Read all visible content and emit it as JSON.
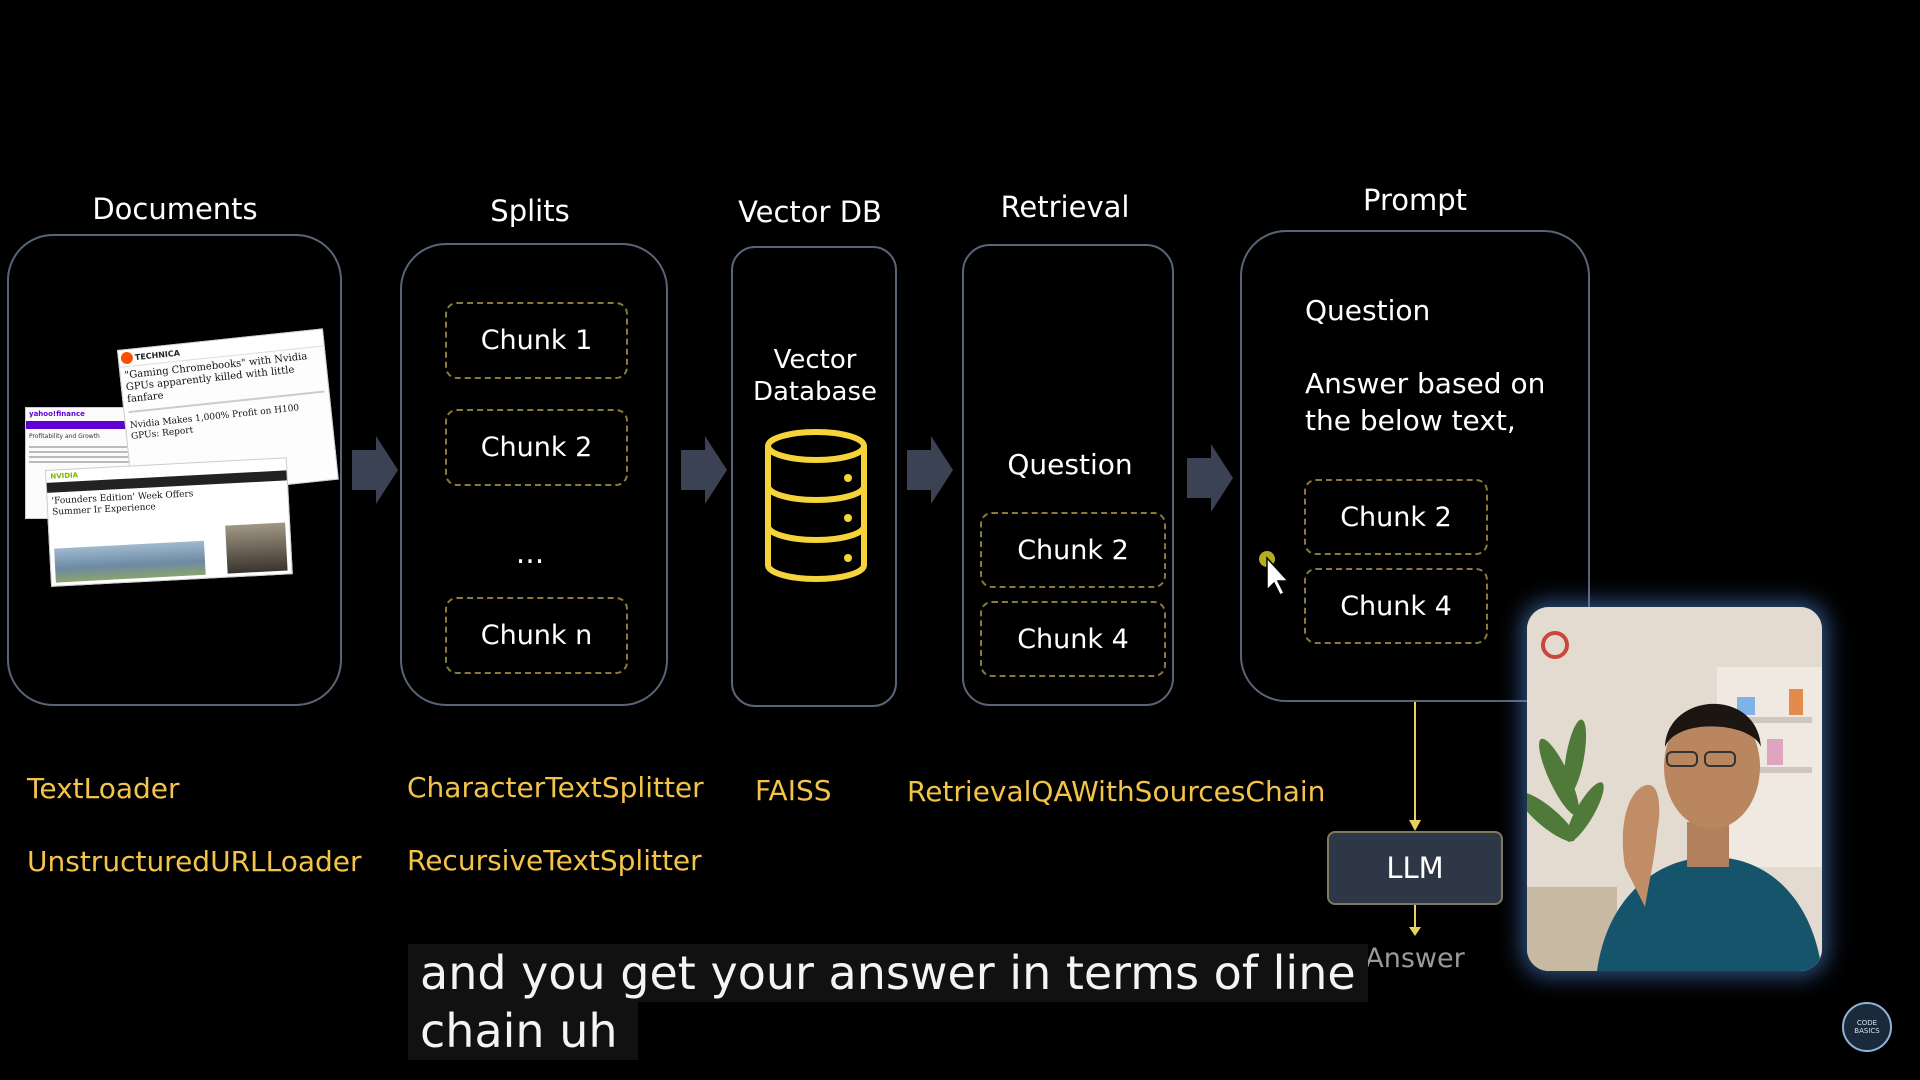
{
  "stages": {
    "documents": "Documents",
    "splits": "Splits",
    "vectordb": "Vector DB",
    "retrieval": "Retrieval",
    "prompt": "Prompt"
  },
  "splits": {
    "chunk1": "Chunk 1",
    "chunk2": "Chunk 2",
    "ellipsis": "...",
    "chunkn": "Chunk n"
  },
  "vectordb": {
    "label_line1": "Vector",
    "label_line2": "Database"
  },
  "retrieval": {
    "question": "Question",
    "chunk_a": "Chunk 2",
    "chunk_b": "Chunk 4"
  },
  "prompt": {
    "question": "Question",
    "instruction_line1": "Answer based on",
    "instruction_line2": "the below text,",
    "chunk_a": "Chunk 2",
    "chunk_b": "Chunk 4"
  },
  "libraries": {
    "loader1": "TextLoader",
    "loader2": "UnstructuredURLLoader",
    "splitter1": "CharacterTextSplitter",
    "splitter2": "RecursiveTextSplitter",
    "vectorstore": "FAISS",
    "chain": "RetrievalQAWithSourcesChain"
  },
  "llm": {
    "label": "LLM",
    "answer": "Answer"
  },
  "caption": {
    "line1": "and you get your answer in terms of line",
    "line2": "chain uh"
  },
  "news": {
    "site": "TECHNICA",
    "headline1": "\"Gaming Chromebooks\" with Nvidia GPUs apparently killed with little fanfare",
    "headline2": "Nvidia Makes 1,000% Profit on H100 GPUs: Report",
    "headline3": "'Founders Edition' Week Offers Summer Ir Experience",
    "yahoo": "yahoo!finance",
    "section": "Profitability and Growth",
    "brand": "NVIDIA"
  },
  "watermark": "CODE BASICS",
  "colors": {
    "accent_yellow": "#f3c34a",
    "panel_border": "#5a6478",
    "arrow": "#3a4254",
    "db_icon": "#f5d33a"
  }
}
